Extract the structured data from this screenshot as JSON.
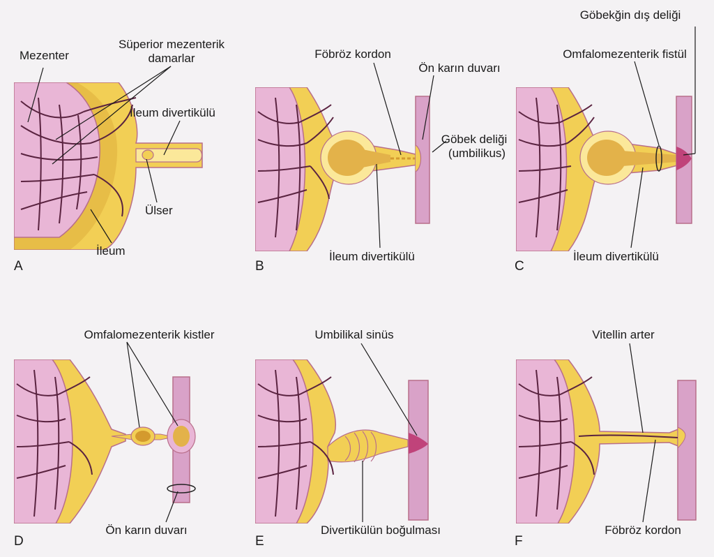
{
  "panels": {
    "A": {
      "letter": "A",
      "mezenter": "Mezenter",
      "vessels_line1": "Süperior mezenterik",
      "vessels_line2": "damarlar",
      "diverticulum": "İleum divertikülü",
      "ulcer": "Ülser",
      "ileum": "İleum"
    },
    "B": {
      "letter": "B",
      "fibrous_cord": "Föbröz kordon",
      "abdominal_wall": "Ön karın duvarı",
      "umbilicus_line1": "Göbek deliği",
      "umbilicus_line2": "(umbilikus)",
      "diverticulum": "İleum divertikülü"
    },
    "C": {
      "letter": "C",
      "outer_opening": "Göbekğin dış deliği",
      "fistula": "Omfalomezenterik fistül",
      "diverticulum": "İleum divertikülü"
    },
    "D": {
      "letter": "D",
      "cysts": "Omfalomezenterik kistler",
      "abdominal_wall": "Ön karın duvarı"
    },
    "E": {
      "letter": "E",
      "sinus": "Umbilikal sinüs",
      "strangulation": "Divertikülün boğulması"
    },
    "F": {
      "letter": "F",
      "vitelline_artery": "Vitellin arter",
      "fibrous_cord": "Föbröz kordon"
    }
  },
  "colors": {
    "intestine_yellow": "#f2cf55",
    "intestine_light": "#fbe89a",
    "mesentery_pink": "#e9b6d6",
    "vessel": "#5a2340",
    "wall_pink": "#d9a2c8",
    "outline": "#b86e8a"
  }
}
